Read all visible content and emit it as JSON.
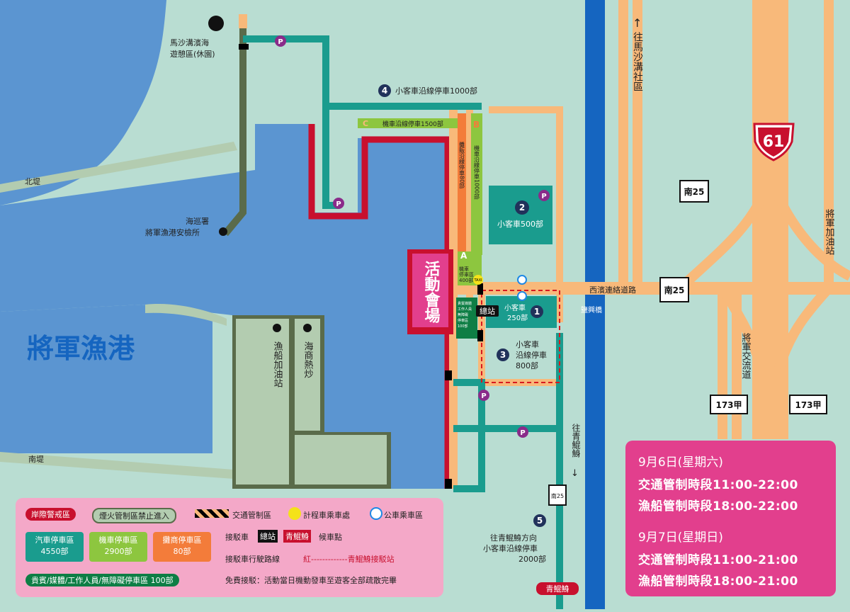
{
  "map": {
    "harbor": "將軍漁港",
    "north_pier": "北堤",
    "south_pier": "南堤",
    "masagou_area": [
      "馬沙溝濱海",
      "遊憩區(休園)"
    ],
    "coast_guard": [
      "海巡署",
      "將軍漁港安檢所"
    ],
    "fuel_station_label": "漁船加油站",
    "seafood_label": "海商熱炒",
    "venue_label": "活動會場",
    "to_masagou": "往馬沙溝社區",
    "to_qingkunshen": "往青鯤鯓",
    "xibin_road": "西濱連絡道路",
    "yanxing_bridge": "鹽興橋",
    "jiangjun_gas": "將軍加油站",
    "jiangjun_interchange": "將軍交流道",
    "route_61": "61",
    "shield_nan25_a": "南25",
    "shield_nan25_b": "南25",
    "shield_nan25_c": "南25",
    "shield_173_a": "173甲",
    "shield_173_b": "173甲",
    "main_station": "總站",
    "qingkunshen_station": "青鯤鯓",
    "vendor_lane": "攤販沿線停車80部",
    "moto_b_lane": "機車沿線停車1000部",
    "moto_c_lane": "機車沿線停車1500部",
    "moto_a_lane": [
      "機車",
      "停車區",
      "400部"
    ],
    "vip_block": [
      "貴賓媒體",
      "工作人員",
      "無障礙",
      "停車區",
      "100部"
    ],
    "zone_a": "A",
    "zone_b": "B",
    "zone_c": "C",
    "parking": [
      {
        "num": "1",
        "label": [
          "小客車",
          "250部"
        ]
      },
      {
        "num": "2",
        "label": [
          "小客車500部"
        ]
      },
      {
        "num": "3",
        "label": [
          "小客車",
          "沿線停車",
          "800部"
        ]
      },
      {
        "num": "4",
        "label": [
          "小客車沿線停車1000部"
        ]
      },
      {
        "num": "5",
        "label": [
          "往青鯤鯓方向",
          "小客車沿線停車",
          "2000部"
        ]
      }
    ],
    "p_symbol": "P",
    "taxi_symbol": "TAXI"
  },
  "legend": {
    "cordon": "岸際警戒區",
    "firework_zone": "煙火管制區禁止進入",
    "traffic_control": "交通管制區",
    "taxi": "計程車乘車處",
    "bus": "公車乘車區",
    "car_parking": [
      "汽車停車區",
      "4550部"
    ],
    "moto_parking": [
      "機車停車區",
      "2900部"
    ],
    "vendor_parking": [
      "攤商停車區",
      "80部"
    ],
    "vip_parking": "貴賓/媒體/工作人員/無障礙停車區 100部",
    "shuttle_label": "接駁車",
    "shuttle_station_1": "總站",
    "shuttle_station_2": "青鯤鯓",
    "shuttle_wait": "候車點",
    "shuttle_route_label": "接駁車行駛路線",
    "shuttle_route_desc": "紅-------------青鯤鯓接駁站",
    "free_shuttle": "免費接駁：活動當日機動發車至遊客全部疏散完畢"
  },
  "schedule": [
    {
      "date": "9月6日(星期六)",
      "traffic": "交通管制時段11:00-22:00",
      "boat": "漁船管制時段18:00-22:00"
    },
    {
      "date": "9月7日(星期日)",
      "traffic": "交通管制時段11:00-21:00",
      "boat": "漁船管制時段18:00-21:00"
    }
  ],
  "colors": {
    "sea": "#5b95d1",
    "land": "#b9ddd2",
    "pier": "#b3ccb0",
    "car_route": "#1a9c8e",
    "orange_road": "#f8b97a",
    "venue_pink": "#e23f8d",
    "cordon_red": "#c8102e",
    "schedule_bg": "#e23f8d",
    "legend_bg": "#f4a8c8"
  }
}
